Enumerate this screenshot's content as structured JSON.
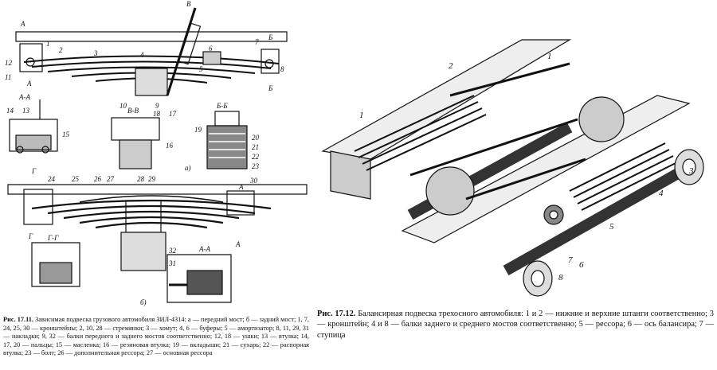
{
  "figure_left": {
    "view_labels": {
      "a": "а)",
      "b": "б)"
    },
    "section_labels": [
      "А-А",
      "Б-Б",
      "В-В",
      "Г-Г",
      "А-А"
    ],
    "cut_markers": [
      "А",
      "А",
      "Б",
      "Б",
      "В",
      "Г",
      "Г",
      "А",
      "А"
    ],
    "part_numbers_top": [
      "12",
      "1",
      "2",
      "3",
      "4",
      "5",
      "6",
      "7",
      "8",
      "9",
      "10",
      "11",
      "13",
      "14",
      "15",
      "16",
      "17",
      "18",
      "19",
      "20",
      "21",
      "22",
      "23"
    ],
    "part_numbers_bottom": [
      "24",
      "25",
      "26",
      "27",
      "28",
      "29",
      "30",
      "31",
      "32"
    ],
    "caption_number": "Рис. 17.11.",
    "caption_text": " Зависимая подвеска грузового автомобиля ЗИЛ-4314: а — передний мост; б — задний мост; 1, 7, 24, 25, 30 — кронштейны; 2, 10, 28 — стремянки; 3 — хомут; 4, 6 — буферы; 5 — амортизатор; 8, 11, 29, 31 — накладки; 9, 32 — балки переднего и заднего мостов соответственно; 12, 18 — ушки; 13 — втулка; 14, 17, 20 — пальцы; 15 — масленка; 16 — резиновая втулка; 19 — вкладыши; 21 — сухарь; 22 — распорная втулка; 23 — болт; 26 — дополнительная рессора; 27 — основная рессора"
  },
  "figure_right": {
    "part_numbers": [
      "1",
      "2",
      "1",
      "3",
      "4",
      "5",
      "6",
      "7",
      "8"
    ],
    "caption_number": "Рис. 17.12.",
    "caption_text": " Балансирная подвеска трехосного автомобиля: 1 и 2 — нижние и верхние штанги соответственно; 3 — кронштейн; 4 и 8 — балки заднего и среднего мостов соответственно; 5 — рессора; 6 — ось балансира; 7 — ступица"
  }
}
